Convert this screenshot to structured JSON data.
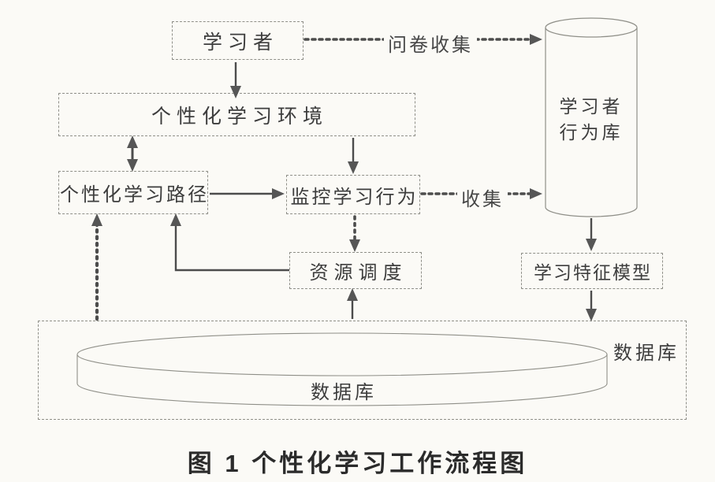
{
  "figure_caption": "图 1 个性化学习工作流程图",
  "nodes": {
    "learner": "学习者",
    "environment": "个性化学习环境",
    "learning_path": "个性化学习路径",
    "monitor": "监控学习行为",
    "resource_scheduling": "资源调度",
    "feature_model": "学习特征模型",
    "behavior_store": {
      "line1": "学习者",
      "line2": "行为库"
    },
    "database_container": "数据库",
    "database_disk": "数据库"
  },
  "edge_labels": {
    "questionnaire_collection": "问卷收集",
    "collection": "收集"
  },
  "colors": {
    "background": "#fbfaf6",
    "box_border": "#8f8f88",
    "text": "#3d3d3d",
    "arrow": "#4c4c4c",
    "caption_text": "#2b2b2b"
  }
}
